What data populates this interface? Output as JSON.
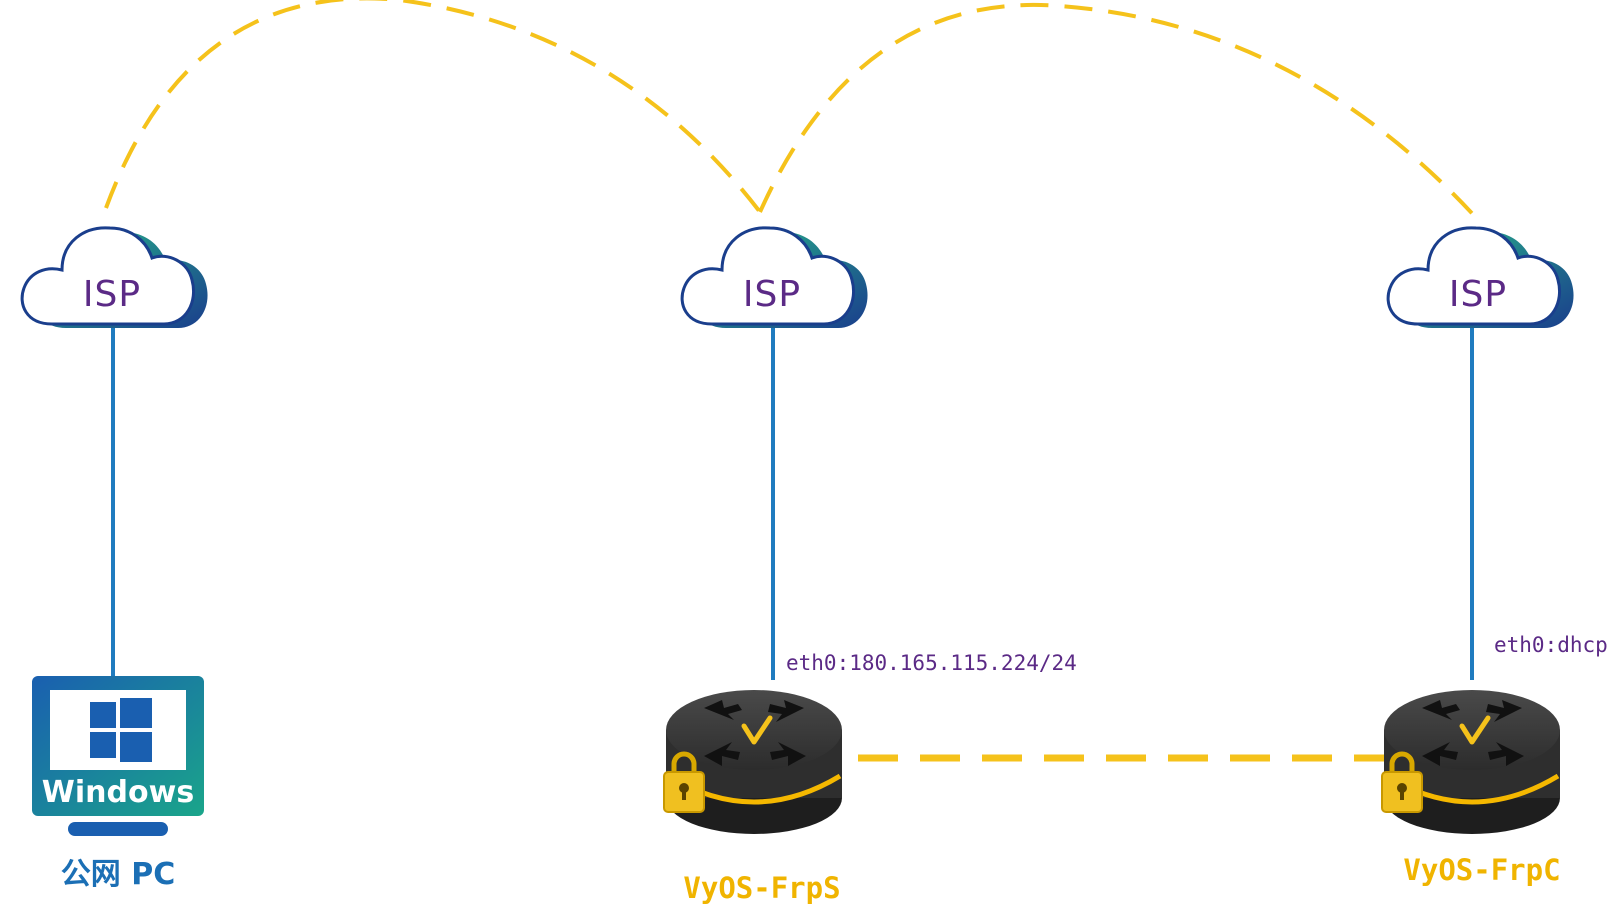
{
  "clouds": [
    {
      "label": "ISP"
    },
    {
      "label": "ISP"
    },
    {
      "label": "ISP"
    }
  ],
  "pc": {
    "screen_text": "Windows",
    "label": "公网 PC"
  },
  "routers": [
    {
      "label": "VyOS-FrpS",
      "iface": "eth0:180.165.115.224/24"
    },
    {
      "label": "VyOS-FrpC",
      "iface": "eth0:dhcp"
    }
  ],
  "colors": {
    "link_solid": "#1f7bbf",
    "link_dashed": "#f5c21b",
    "cloud_outline": "#1a3e8c",
    "cloud_accent": "#1faa8a",
    "label_purple": "#5b2a86",
    "router_body": "#3a3a3a",
    "router_ring": "#f5b800"
  }
}
